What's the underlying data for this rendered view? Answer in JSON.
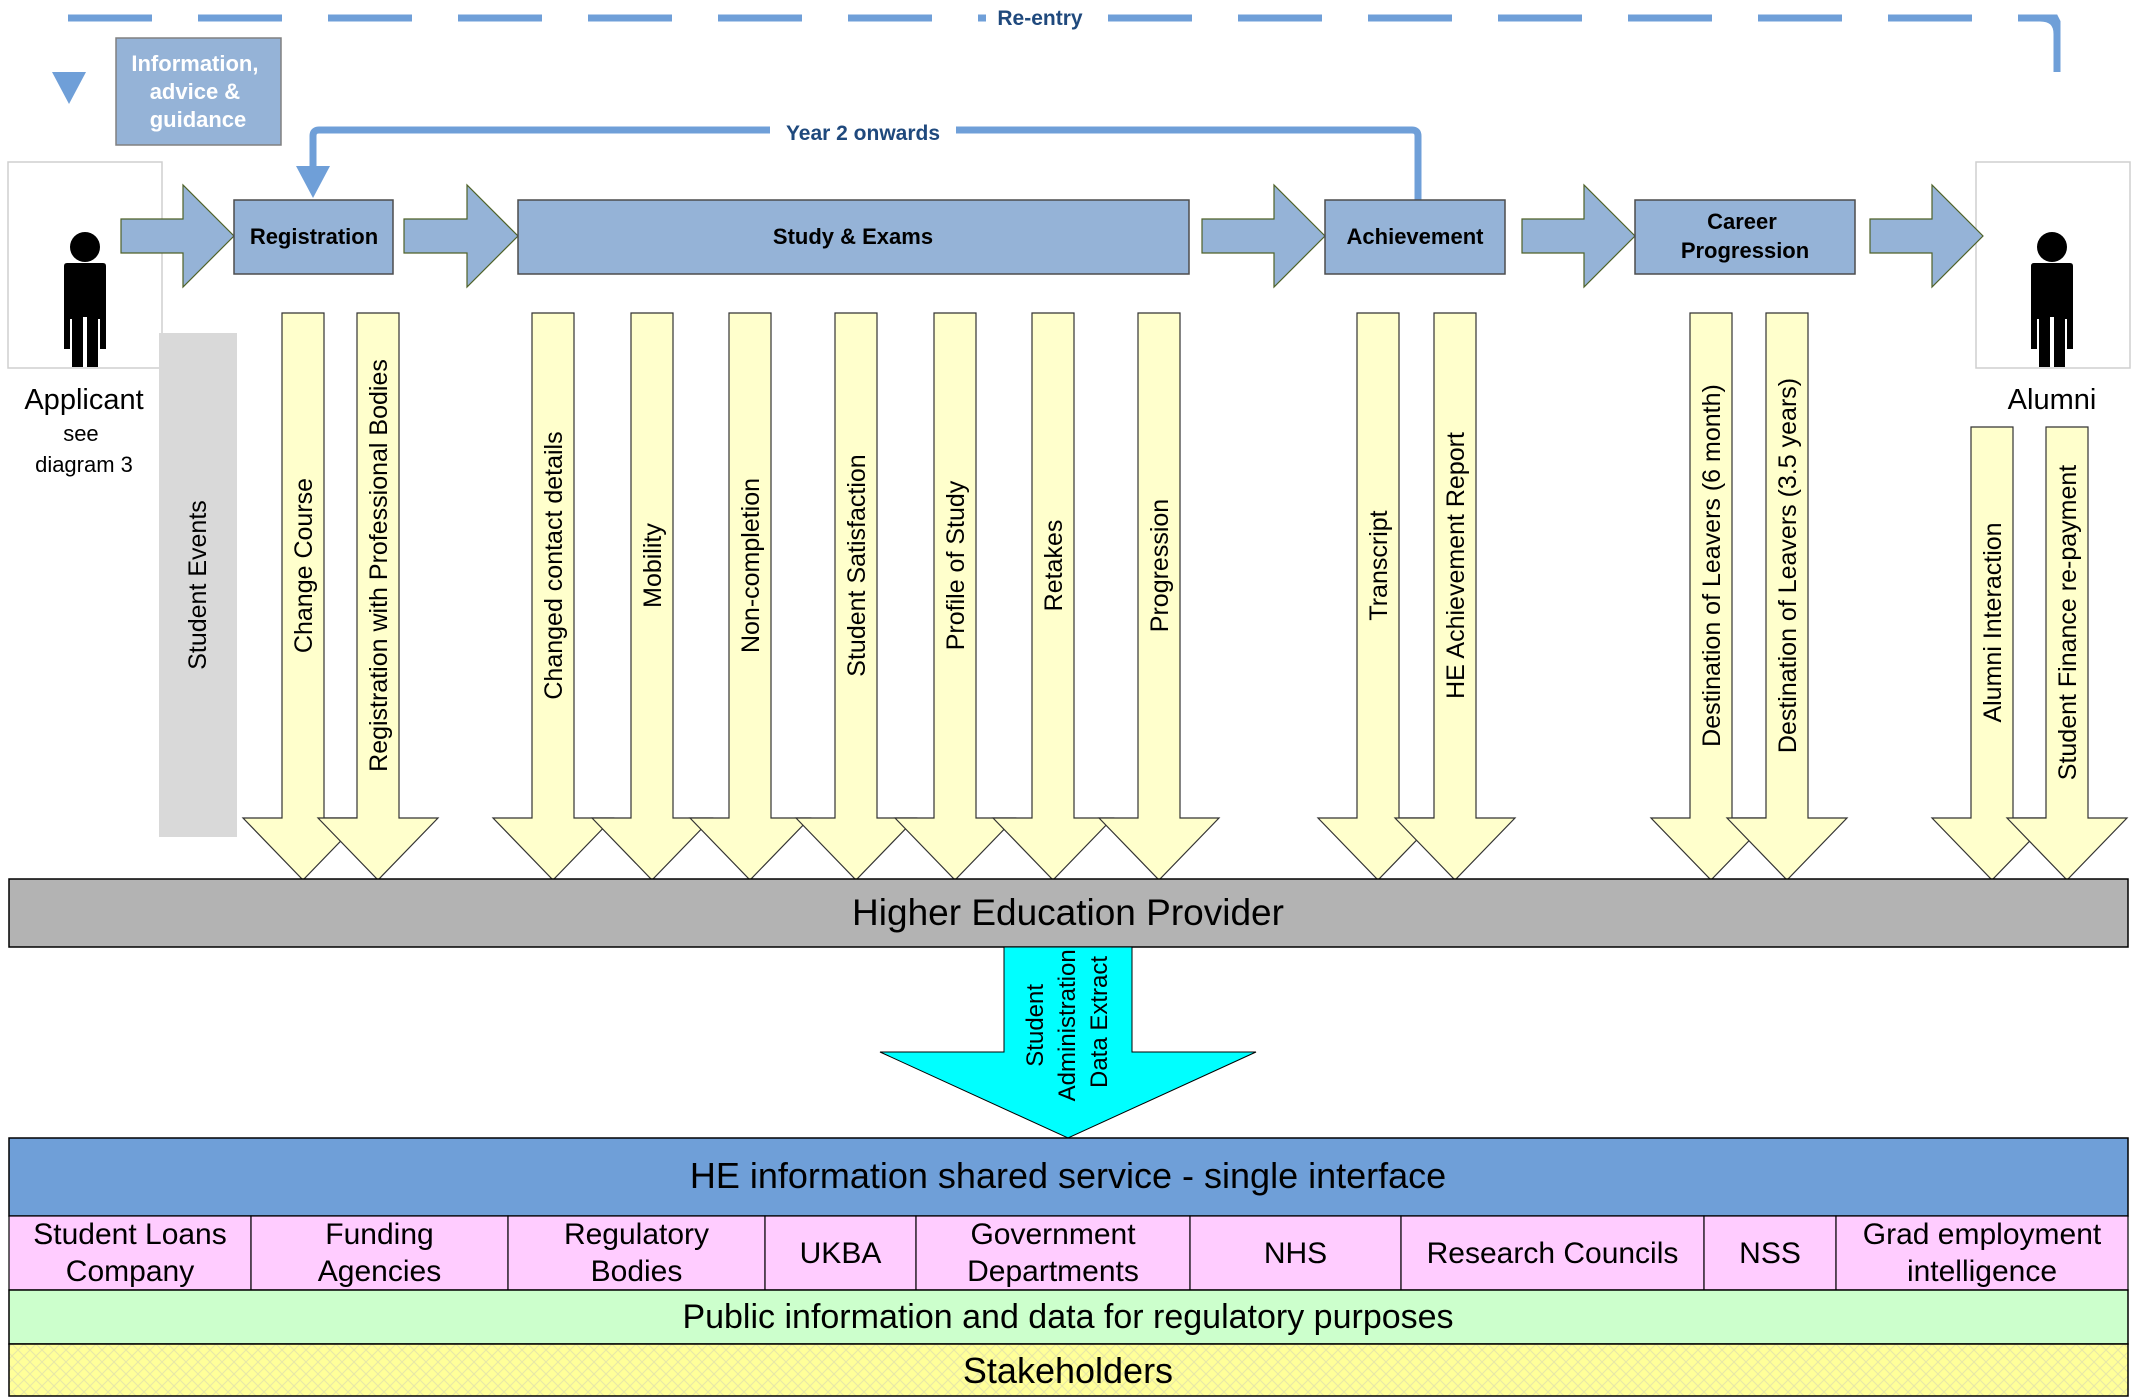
{
  "reentry_label": "Re-entry",
  "year2_label": "Year 2  onwards",
  "iag_lines": [
    "Information,",
    "advice &",
    "guidance"
  ],
  "applicant": {
    "label": "Applicant",
    "note_lines": [
      "see",
      "diagram 3"
    ]
  },
  "alumni_label": "Alumni",
  "stages": {
    "registration": "Registration",
    "study": "Study & Exams",
    "achievement": "Achievement",
    "career_lines": [
      "Career",
      "Progression"
    ]
  },
  "student_events_label": "Student Events",
  "event_arrows": [
    "Change Course",
    "Registration with Professional Bodies",
    "Changed contact details",
    "Mobility",
    "Non-completion",
    "Student Satisfaction",
    "Profile of Study",
    "Retakes",
    "Progression",
    "Transcript",
    "HE Achievement Report",
    "Destination of Leavers (6 month)",
    "Destination of Leavers (3.5 years)",
    "Alumni Interaction",
    "Student Finance re-payment"
  ],
  "provider_label": "Higher Education Provider",
  "extract_lines": [
    "Student",
    "Administration",
    "Data Extract"
  ],
  "shared_service_label": "HE information shared service - single interface",
  "consumers": [
    [
      "Student Loans",
      "Company"
    ],
    [
      "Funding",
      "Agencies"
    ],
    [
      "Regulatory",
      "Bodies"
    ],
    [
      "UKBA"
    ],
    [
      "Government",
      "Departments"
    ],
    [
      "NHS"
    ],
    [
      "Research Councils"
    ],
    [
      "NSS"
    ],
    [
      "Grad employment",
      "intelligence"
    ]
  ],
  "public_info_label": "Public information and data for regulatory purposes",
  "stakeholders_label": "Stakeholders",
  "colors": {
    "stage_fill": "#95b3d7",
    "flow_blue": "#6f9fd8",
    "event_arrow_fill": "#ffffcc",
    "provider_fill": "#b3b3b3",
    "extract_fill": "#00ffff",
    "shared_service_fill": "#6f9fd8",
    "consumer_fill": "#ffccff",
    "public_fill": "#ccffcc",
    "stakeholders_fill": "#ffff99"
  }
}
